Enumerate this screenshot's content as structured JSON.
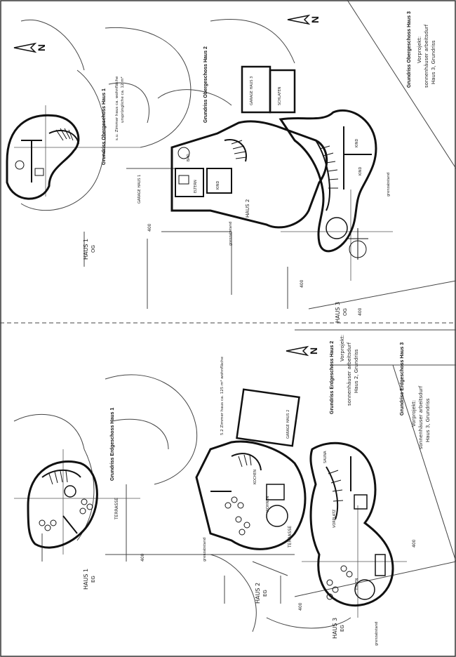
{
  "drawing": {
    "titles": {
      "og_haus1": "Grundriss Obergeschoss Haus 1",
      "og_haus2": "Grundriss Obergeschoss Haus 2",
      "og_haus3": "Grundriss Obergeschoss Haus 3",
      "eg_haus1": "Grundriss Erdgeschoss Haus 1",
      "eg_haus2": "Grundriss Erdgeschoss Haus 2",
      "eg_haus3": "Grundriss Erdgeschoss Haus 3"
    },
    "notes": {
      "og1_area": "s.u. Zimmer haus ca. wohnfläche",
      "og1_area2": "ursprüngliche ca. 12 m²",
      "eg2_area": "5.2 Zimmer haus ca. 125 m² wohnfläche",
      "project_top_1": "Vorprojekt:",
      "project_top_2": "sonnenhäuser arbeitsdurf",
      "project_top_3": "Haus 3, Grundriss",
      "project_mid_1": "Vorprojekt:",
      "project_mid_2": "sonnenhäuser arbeitsdurf",
      "project_mid_3": "Haus 2, Grundriss",
      "project_low_1": "Vorprojekt:",
      "project_low_2": "sonnenhäuser arbeitsdurf",
      "project_low_3": "Haus 3, Grundriss"
    },
    "markers": {
      "haus1_og": "HAUS 1",
      "haus1_og_b": "OG",
      "haus1_eg": "HAUS 1",
      "haus1_eg_b": "EG",
      "haus2_og": "HAUS 2",
      "haus2_eg": "HAUS 2",
      "haus2_eg_b": "EG",
      "haus3_og": "HAUS 3",
      "haus3_og_b": "OG",
      "haus3_eg": "HAUS 3",
      "haus3_eg_b": "EG"
    },
    "dims": {
      "d400_a": "400",
      "d400_b": "400",
      "d400_c": "400",
      "d400_d": "400",
      "d400_e": "400",
      "d400_f": "400",
      "grenz_a": "grenzabstand",
      "grenz_b": "grenzabstand",
      "grenz_c": "grenzabstand",
      "grenz_d": "grenzabstand"
    },
    "rooms": {
      "terrasse_1": "TERRASSE",
      "terrasse_2": "TERRASSE",
      "garage_1": "GARAGE HAUS 1",
      "garage_2": "GARAGE HAUS 2",
      "garage_3": "GARAGE HAUS 3",
      "eltern": "ELTERN",
      "bad": "BAD",
      "kind_a": "KIND",
      "kind_b": "KIND",
      "kind_c": "KIND",
      "wohnen": "WOHNEN",
      "essen": "ESSEN",
      "kochen": "KOCHEN",
      "vorplatz": "VORPLATZ",
      "sauna": "SAUNA",
      "schlafen": "SCHLAFEN"
    },
    "north": "N"
  }
}
